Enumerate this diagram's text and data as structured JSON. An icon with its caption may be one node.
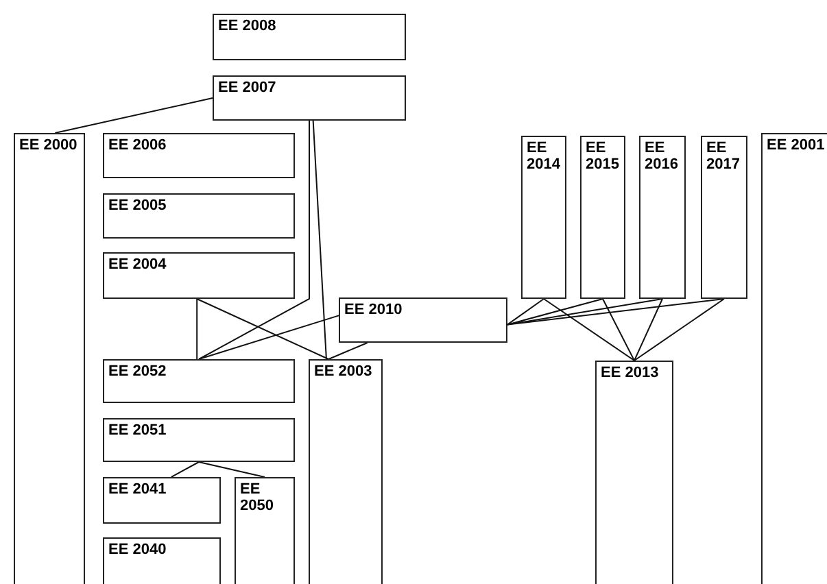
{
  "diagram": {
    "nodes": [
      {
        "text": [
          "EE 2008"
        ]
      },
      {
        "text": [
          "EE 2007"
        ]
      },
      {
        "text": [
          "EE 2000"
        ]
      },
      {
        "text": [
          "EE 2006"
        ]
      },
      {
        "text": [
          "EE 2005"
        ]
      },
      {
        "text": [
          "EE 2004"
        ]
      },
      {
        "text": [
          "EE 2010"
        ]
      },
      {
        "text": [
          "EE 2014"
        ]
      },
      {
        "text": [
          "EE 2015"
        ]
      },
      {
        "text": [
          "EE 2016"
        ]
      },
      {
        "text": [
          "EE 2017"
        ]
      },
      {
        "text": [
          "EE 2001"
        ]
      },
      {
        "text": [
          "EE 2052"
        ]
      },
      {
        "text": [
          "EE 2003"
        ]
      },
      {
        "text": [
          "EE 2051"
        ]
      },
      {
        "text": [
          "EE 2041"
        ]
      },
      {
        "text": [
          "EE 2050"
        ]
      },
      {
        "text": [
          "EE 2040"
        ]
      },
      {
        "text": [
          "EE 2013"
        ]
      }
    ],
    "edges": [
      {
        "from": 1,
        "to": 2,
        "arrow": "none"
      },
      {
        "from": 1,
        "to": 13,
        "arrow": "none"
      },
      {
        "from": 1,
        "to": 12,
        "arrow": "none"
      },
      {
        "from": 5,
        "to": 12,
        "arrow": "none"
      },
      {
        "from": 5,
        "to": 13,
        "arrow": "none"
      },
      {
        "from": 6,
        "to": 12,
        "arrow": "none"
      },
      {
        "from": 6,
        "to": 13,
        "arrow": "none"
      },
      {
        "from": 14,
        "to": 15,
        "arrow": "none"
      },
      {
        "from": 14,
        "to": 16,
        "arrow": "none"
      },
      {
        "from": 6,
        "to": 7,
        "arrow": "none"
      },
      {
        "from": 6,
        "to": 8,
        "arrow": "none"
      },
      {
        "from": 6,
        "to": 9,
        "arrow": "none"
      },
      {
        "from": 6,
        "to": 10,
        "arrow": "none"
      },
      {
        "from": 18,
        "to": 7,
        "arrow": "none"
      },
      {
        "from": 18,
        "to": 8,
        "arrow": "none"
      },
      {
        "from": 18,
        "to": 9,
        "arrow": "none"
      },
      {
        "from": 18,
        "to": 10,
        "arrow": "none"
      }
    ]
  }
}
